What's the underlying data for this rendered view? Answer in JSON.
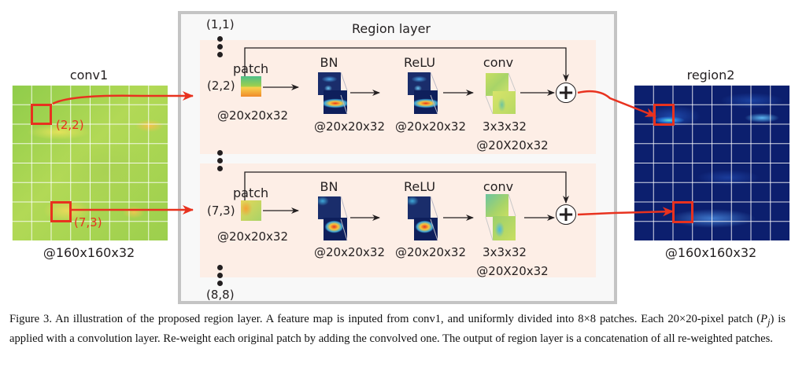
{
  "figure": {
    "input_map": {
      "title": "conv1",
      "size_label": "@160x160x32",
      "grid": [
        8,
        8
      ],
      "colormap": "green-yellow",
      "highlighted_patches": [
        {
          "label": "(2,2)",
          "row": 2,
          "col": 2
        },
        {
          "label": "(7,3)",
          "row": 7,
          "col": 3
        }
      ]
    },
    "region_layer": {
      "title": "Region layer",
      "first_index": "(1,1)",
      "last_index": "(8,8)",
      "rows": [
        {
          "patch_index": "(2,2)",
          "patch_label": "patch",
          "patch_size": "@20x20x32",
          "stages": [
            {
              "name": "BN",
              "size": "@20x20x32"
            },
            {
              "name": "ReLU",
              "size": "@20x20x32"
            },
            {
              "name": "conv",
              "kernel": "3x3x32",
              "size": "@20X20x32"
            }
          ],
          "combine_symbol": "+"
        },
        {
          "patch_index": "(7,3)",
          "patch_label": "patch",
          "patch_size": "@20x20x32",
          "stages": [
            {
              "name": "BN",
              "size": "@20x20x32"
            },
            {
              "name": "ReLU",
              "size": "@20x20x32"
            },
            {
              "name": "conv",
              "kernel": "3x3x32",
              "size": "@20X20x32"
            }
          ],
          "combine_symbol": "+"
        }
      ]
    },
    "output_map": {
      "title": "region2",
      "size_label": "@160x160x32",
      "grid": [
        8,
        8
      ],
      "colormap": "dark-blue"
    },
    "colors": {
      "highlight": "#e8321f",
      "panel": "#fdeee6",
      "frame": "#c4c4c4"
    }
  },
  "caption": {
    "text": "Figure 3. An illustration of the proposed region layer. A feature map is inputed from conv1, and uniformly divided into 8×8 patches. Each 20×20-pixel patch (Pj) is applied with a convolution layer. Re-weight each original patch by adding the convolved one. The output of region layer is a concatenation of all re-weighted patches.",
    "part1": "Figure 3. An illustration of the proposed region layer. A feature map is inputed from conv1, and uniformly divided into 8×8 patches. Each 20×20-pixel patch (",
    "symbol": "P",
    "subscript": "j",
    "part2": ") is applied with a convolution layer. Re-weight each original patch by adding the convolved one. The output of region layer is a concatenation of all re-weighted patches."
  }
}
